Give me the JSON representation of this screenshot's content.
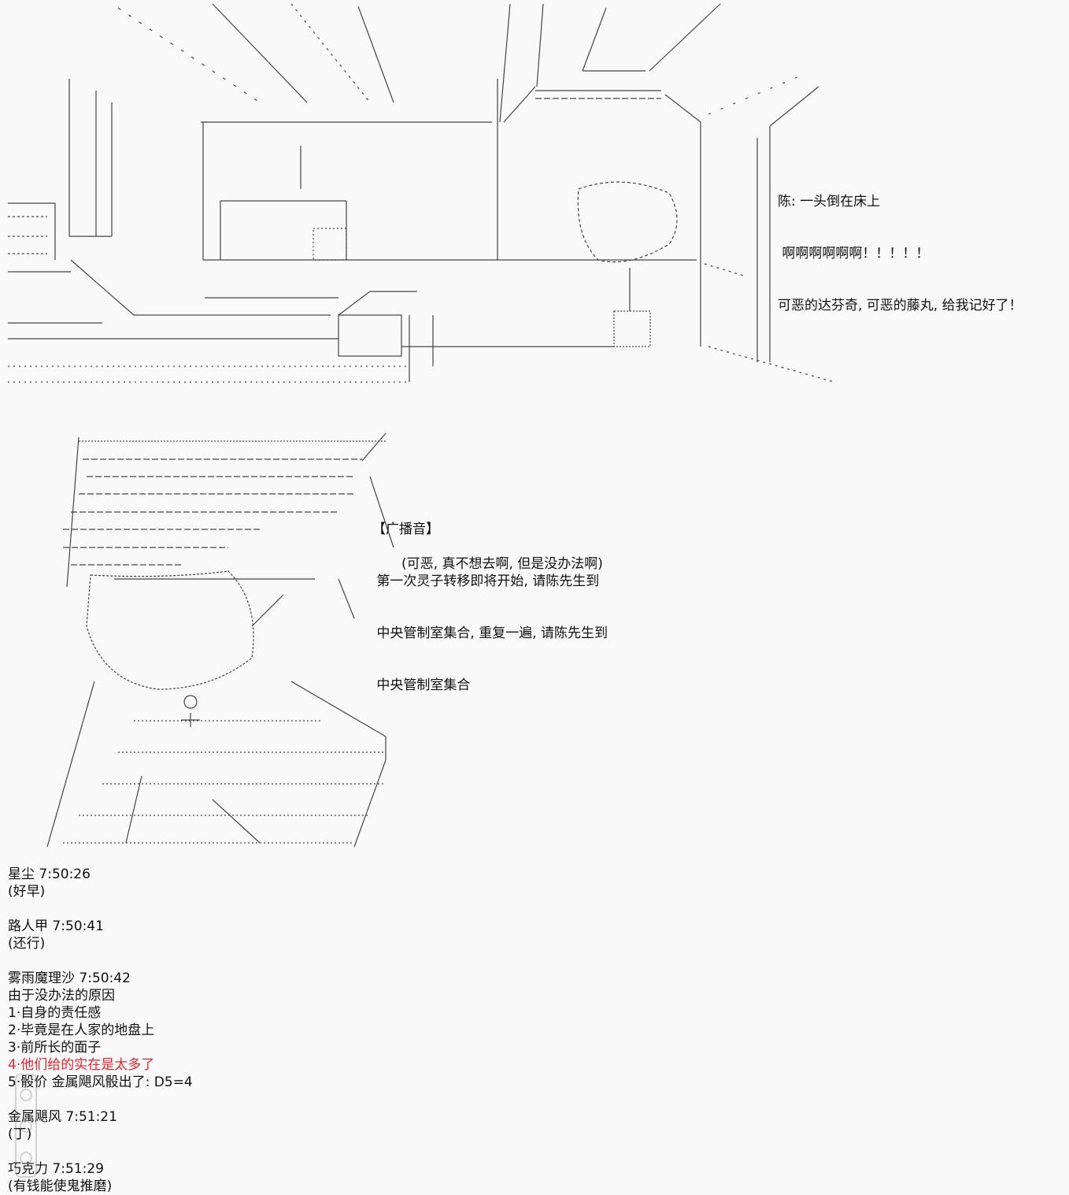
{
  "room_dialogue": {
    "lines": [
      "陈: 一头倒在床上",
      " 啊啊啊啊啊啊！！！！！",
      "可恶的达芬奇, 可恶的藤丸, 给我记好了！"
    ]
  },
  "broadcast": {
    "lines": [
      "【广播音】",
      " 第一次灵子转移即将开始, 请陈先生到",
      " 中央管制室集合, 重复一遍, 请陈先生到",
      " 中央管制室集合"
    ],
    "aside": "(可恶, 真不想去啊, 但是没办法啊)"
  },
  "chat": [
    {
      "user": "星尘",
      "time": "7:50:26",
      "lines": [
        "(好早)"
      ]
    },
    {
      "user": "路人甲",
      "time": "7:50:41",
      "lines": [
        "(还行)"
      ]
    },
    {
      "user": "雾雨魔理沙",
      "time": "7:50:42",
      "lines": [
        "由于没办法的原因",
        "1·自身的责任感",
        "2·毕竟是在人家的地盘上",
        "3·前所长的面子"
      ],
      "highlight": "4·他们给的实在是太多了",
      "after": "5·骰价 金属飓风骰出了: D5=4"
    },
    {
      "user": "金属飓风",
      "time": "7:51:21",
      "lines": [
        "(丁)"
      ]
    },
    {
      "user": "巧克力",
      "time": "7:51:29",
      "lines": [
        "(有钱能使鬼推磨)"
      ]
    }
  ],
  "colors": {
    "background": "#f9f9f9",
    "text": "#111111",
    "highlight": "#e3242b"
  }
}
